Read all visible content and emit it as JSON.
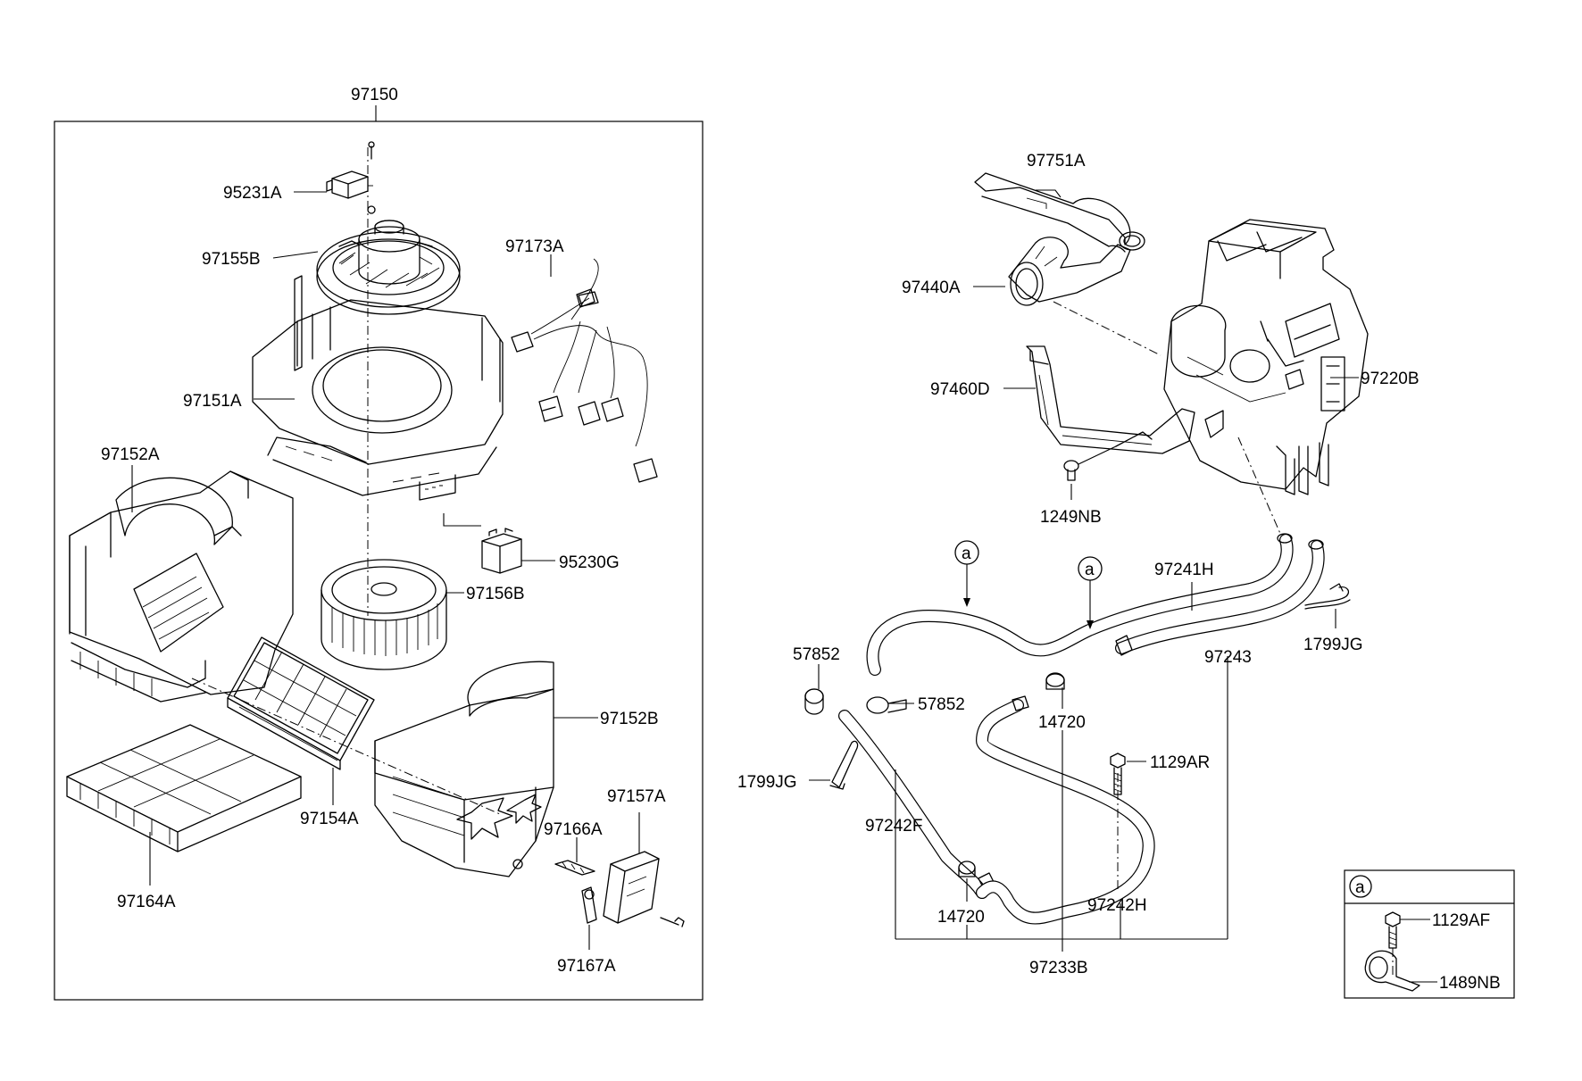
{
  "diagram": {
    "labels": {
      "p97150": "97150",
      "p95231A": "95231A",
      "p97155B": "97155B",
      "p97173A": "97173A",
      "p97151A": "97151A",
      "p97152A": "97152A",
      "p95230G": "95230G",
      "p97156B": "97156B",
      "p97152B": "97152B",
      "p97154A": "97154A",
      "p97166A": "97166A",
      "p97157A": "97157A",
      "p97164A": "97164A",
      "p97167A": "97167A",
      "p97751A": "97751A",
      "p97440A": "97440A",
      "p97460D": "97460D",
      "p97220B": "97220B",
      "p1249NB": "1249NB",
      "p97241H": "97241H",
      "p57852a": "57852",
      "p57852b": "57852",
      "p97243": "97243",
      "p1799JGa": "1799JG",
      "p1799JGb": "1799JG",
      "p14720a": "14720",
      "p14720b": "14720",
      "p1129AR": "1129AR",
      "p97242F": "97242F",
      "p97242H": "97242H",
      "p97233B": "97233B",
      "p1129AF": "1129AF",
      "p1489NB": "1489NB"
    },
    "callout_marker": "a"
  }
}
